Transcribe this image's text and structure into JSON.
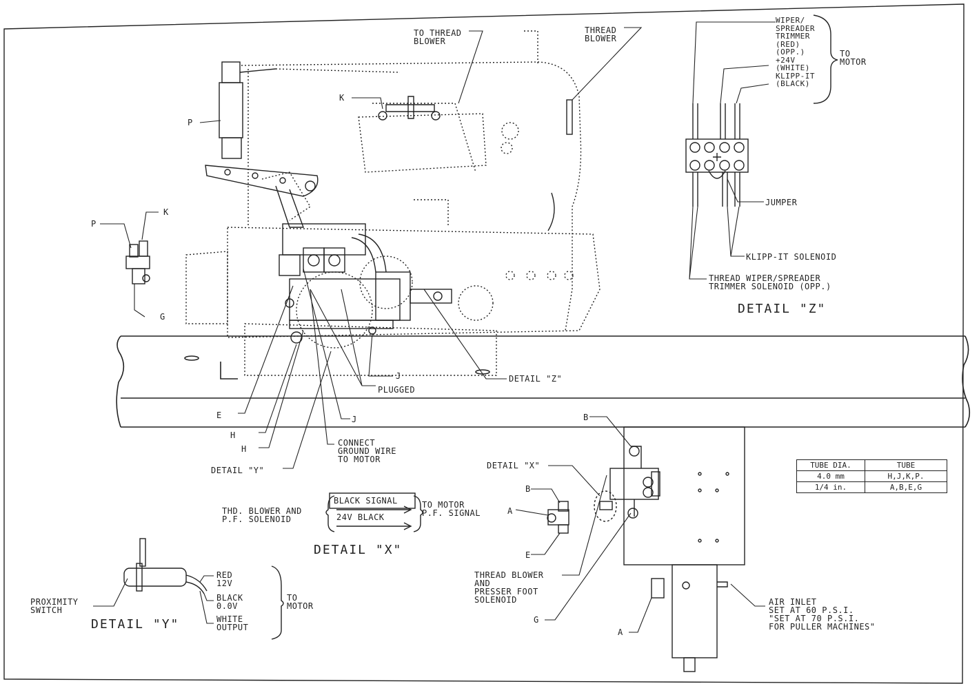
{
  "colors": {
    "ink": "#222222",
    "paper": "#ffffff"
  },
  "labels": {
    "to_thread_blower": "TO THREAD\nBLOWER",
    "thread_blower": "THREAD\nBLOWER",
    "k_top": "K",
    "p_main": "P",
    "p_fit": "P",
    "k_fit": "K",
    "g_fit": "G",
    "wiper": "WIPER/\nSPREADER\nTRIMMER\n(RED)\n(OPP.)\n+24V\n(WHITE)\nKLIPP-IT\n(BLACK)",
    "to_motor_z": "TO\nMOTOR",
    "jumper": "JUMPER",
    "klipp_sol": "KLIPP-IT SOLENOID",
    "thread_wiper_sol": "THREAD WIPER/SPREADER\nTRIMMER SOLENOID (OPP.)",
    "detail_z_title": "DETAIL \"Z\"",
    "j1": "J",
    "plugged": "PLUGGED",
    "detail_z_ptr": "DETAIL \"Z\"",
    "e_main": "E",
    "j2": "J",
    "h1": "H",
    "h2": "H",
    "connect_ground": "CONNECT\nGROUND WIRE\nTO MOTOR",
    "detail_y_ptr": "DETAIL \"Y\"",
    "b_top": "B",
    "detail_x_ptr": "DETAIL \"X\"",
    "b_x": "B",
    "a_x": "A",
    "e_x": "E",
    "thd_blower": "THD. BLOWER AND\nP.F. SOLENOID",
    "black_signal": "BLACK SIGNAL",
    "v24_black": "24V BLACK",
    "to_motor_pf": "TO MOTOR\nP.F. SIGNAL",
    "detail_x_title": "DETAIL \"X\"",
    "thread_blower_pf": "THREAD BLOWER\nAND\nPRESSER FOOT\nSOLENOID",
    "g_bottom": "G",
    "a_bottom": "A",
    "air_inlet": "AIR INLET\nSET AT 60 P.S.I.\n\"SET AT 70 P.S.I.\nFOR PULLER MACHINES\"",
    "prox": "PROXIMITY\nSWITCH",
    "red12": "RED\n12V",
    "black0": "BLACK\n0.0V",
    "white_out": "WHITE\nOUTPUT",
    "to_motor_y": "TO\nMOTOR",
    "detail_y_title": "DETAIL \"Y\""
  },
  "table": {
    "headers": [
      "TUBE DIA.",
      "TUBE"
    ],
    "rows": [
      [
        "4.0 mm",
        "H,J,K,P."
      ],
      [
        "1/4 in.",
        "A,B,E,G"
      ]
    ]
  }
}
